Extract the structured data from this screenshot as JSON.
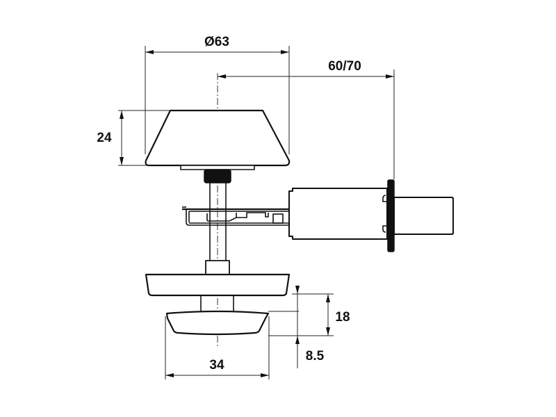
{
  "drawing": {
    "type": "technical drawing",
    "subject": "door knob with thumb-turn and latch assembly, side view",
    "line_color": "#111111",
    "background": "#ffffff"
  },
  "dimensions": {
    "knob_diameter": {
      "label": "Ø63",
      "orientation": "horizontal"
    },
    "backset": {
      "label": "60/70",
      "orientation": "horizontal"
    },
    "knob_height": {
      "label": "24",
      "orientation": "vertical"
    },
    "thumbturn_height": {
      "label": "18",
      "orientation": "vertical"
    },
    "thumbturn_grip_height": {
      "label": "8.5",
      "orientation": "vertical"
    },
    "thumbturn_width": {
      "label": "34",
      "orientation": "horizontal"
    }
  },
  "components": [
    {
      "name": "outer-knob",
      "shape": "truncated cone"
    },
    {
      "name": "spindle",
      "shape": "vertical shaft"
    },
    {
      "name": "latch-housing",
      "shape": "horizontal bracket"
    },
    {
      "name": "latch-body",
      "shape": "cylinder"
    },
    {
      "name": "faceplate",
      "shape": "vertical plate"
    },
    {
      "name": "latch-bolt",
      "shape": "rectangular bolt"
    },
    {
      "name": "inner-rose",
      "shape": "flat disc"
    },
    {
      "name": "thumb-turn",
      "shape": "tapered grip"
    }
  ]
}
